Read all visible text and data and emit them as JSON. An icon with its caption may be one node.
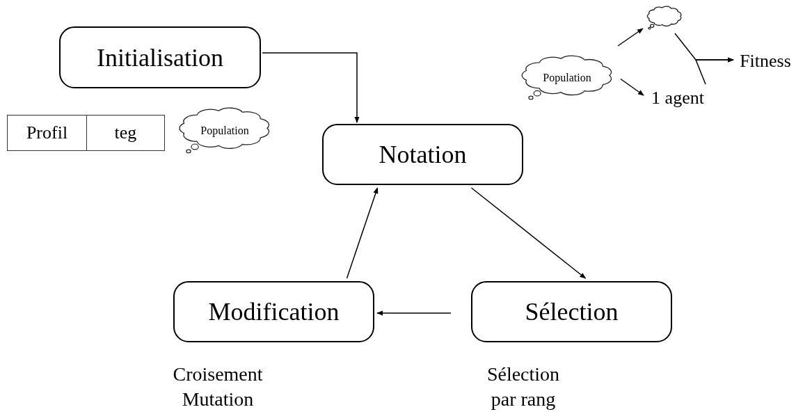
{
  "diagram": {
    "nodes": [
      {
        "text": [
          "Initialisation"
        ]
      },
      {
        "text": [
          "Notation"
        ]
      },
      {
        "text": [
          "Sélection"
        ],
        "beside": [
          "Sélection par rang"
        ]
      },
      {
        "text": [
          "Modification"
        ],
        "beside": [
          "Croisement Mutation"
        ]
      },
      {
        "text": [
          "Profil"
        ]
      },
      {
        "text": [
          "teg"
        ]
      },
      {
        "text": [
          "Population"
        ]
      },
      {
        "text": [
          "Population"
        ]
      },
      {
        "text": [],
        "shape": "cloud"
      },
      {
        "text": [
          "1 agent"
        ]
      },
      {
        "text": [
          "Fitness"
        ]
      }
    ],
    "edges": [
      {
        "from": 0,
        "to": 1,
        "arrow": "to"
      },
      {
        "from": 1,
        "to": 2,
        "arrow": "to"
      },
      {
        "from": 2,
        "to": 3,
        "arrow": "to"
      },
      {
        "from": 3,
        "to": 1,
        "arrow": "to"
      },
      {
        "from": 7,
        "to": 8,
        "arrow": "to"
      },
      {
        "from": 7,
        "to": 9,
        "arrow": "to"
      },
      {
        "from": 8,
        "to": 10,
        "arrow": "to"
      },
      {
        "from": 9,
        "to": 10,
        "arrow": "to"
      }
    ]
  }
}
